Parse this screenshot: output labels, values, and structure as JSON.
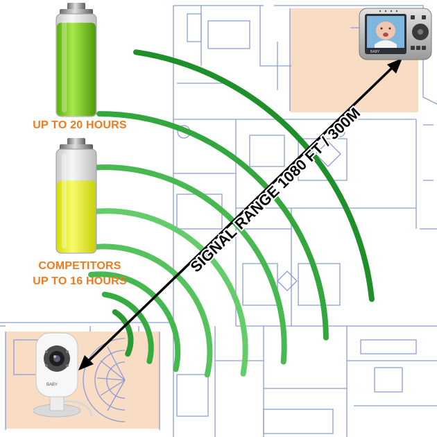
{
  "colors": {
    "caption_orange": "#f07a1e",
    "wave_dark_green": "#1f8f2a",
    "wave_light_green": "#7ee06a",
    "battery_full_green": "#7dcf1c",
    "battery_partial_yellow": "#e9f020",
    "room_highlight": "#f8dcc4",
    "floorplan_lines": "#8a9cd8",
    "arrow_black": "#000000"
  },
  "battery_full": {
    "caption": "UP TO 20 HOURS",
    "charge_level": 0.92
  },
  "battery_competitor": {
    "caption_line1": "COMPETITORS",
    "caption_line2": "UP TO 16 HOURS",
    "charge_level": 0.7
  },
  "signal": {
    "label": "SIGNAL RANGE 1080 FT / 300M",
    "wave_count": 8
  },
  "camera": {
    "brand": "BABY"
  },
  "monitor": {
    "brand": "BABY"
  }
}
